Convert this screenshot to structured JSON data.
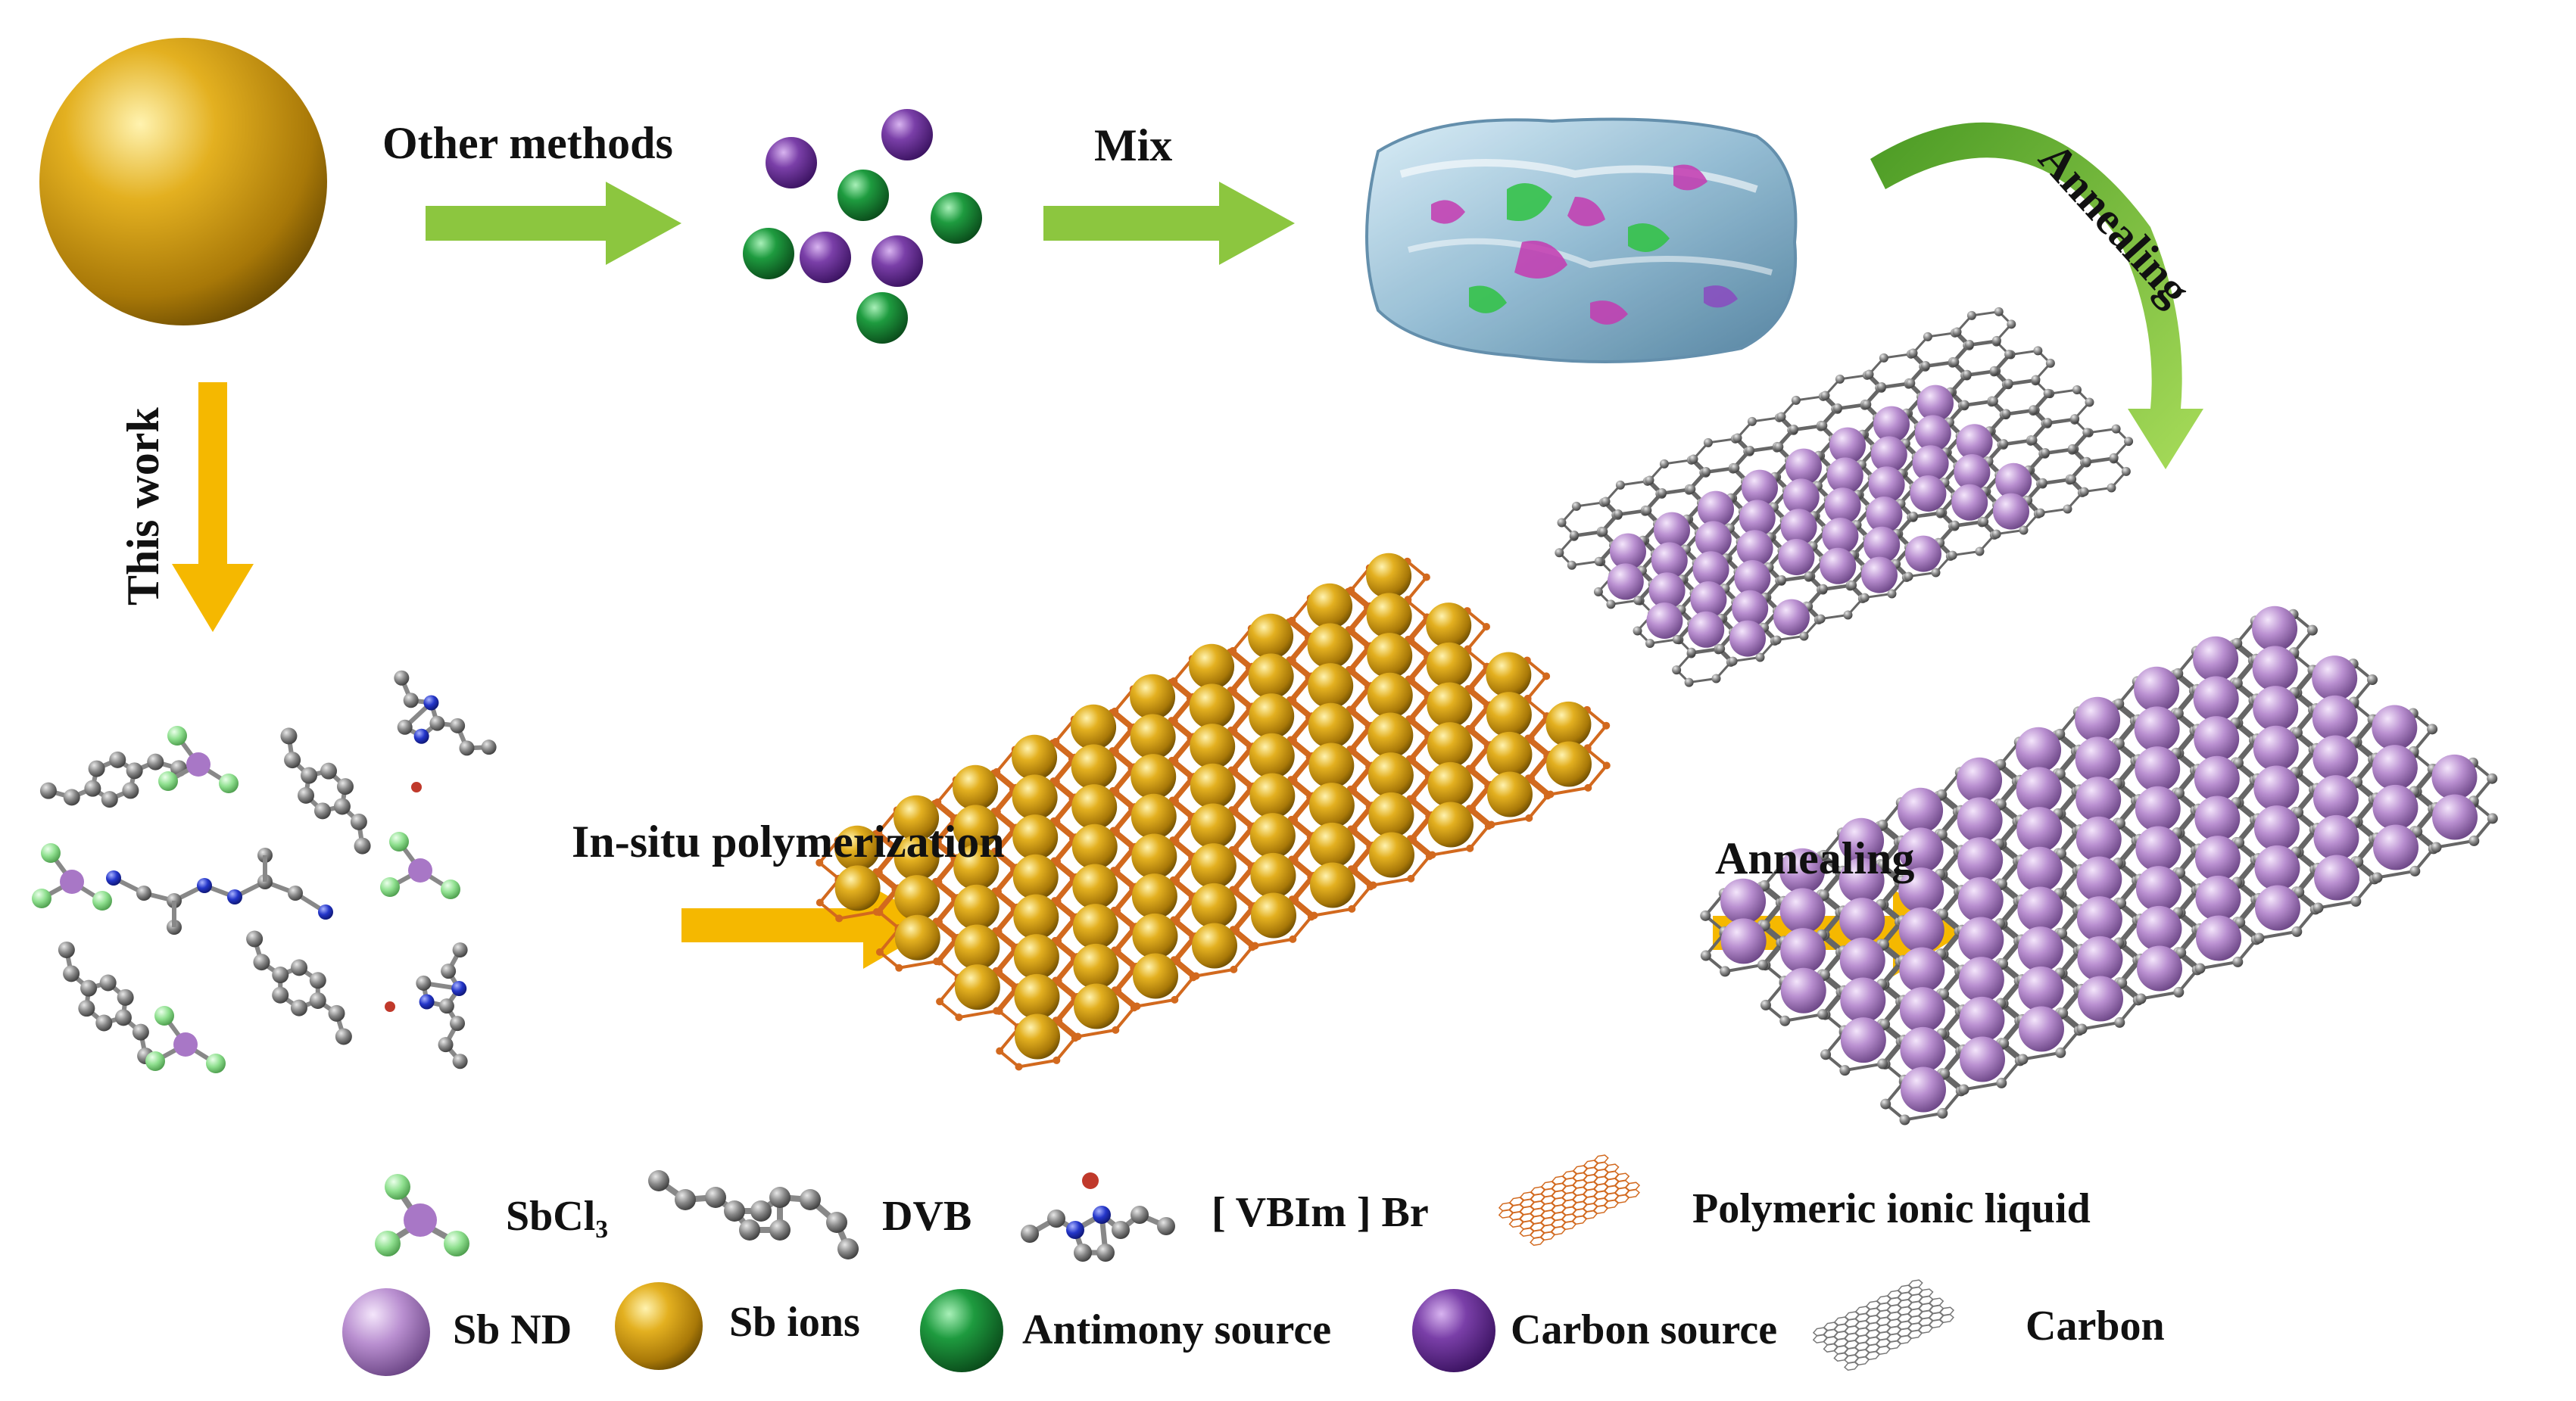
{
  "labels": {
    "other_methods": "Other methods",
    "mix": "Mix",
    "annealing_top": "Annealing",
    "this_work": "This work",
    "in_situ": "In-situ polymerization",
    "annealing_bottom": "Annealing"
  },
  "legend": {
    "sbcl3": "SbCl",
    "sbcl3_sub": "3",
    "dvb": "DVB",
    "vbim": "[ VBIm ] Br",
    "pil": "Polymeric ionic liquid",
    "sb_nd": "Sb ND",
    "sb_ions": "Sb ions",
    "antimony_source": "Antimony source",
    "carbon_source": "Carbon source",
    "carbon": "Carbon"
  },
  "colors": {
    "green_arrow": "#8cc63f",
    "yellow_arrow": "#f5b800",
    "gold_sphere": "#d9a516",
    "purple_sphere": "#7a3fa8",
    "green_sphere": "#1e9b3f",
    "lilac_sphere": "#b98fd0",
    "carbon_grey": "#6e6e6e",
    "pil_orange": "#d2691e",
    "chlorine_green": "#8fe08f",
    "nitrogen_blue": "#2436c9"
  }
}
